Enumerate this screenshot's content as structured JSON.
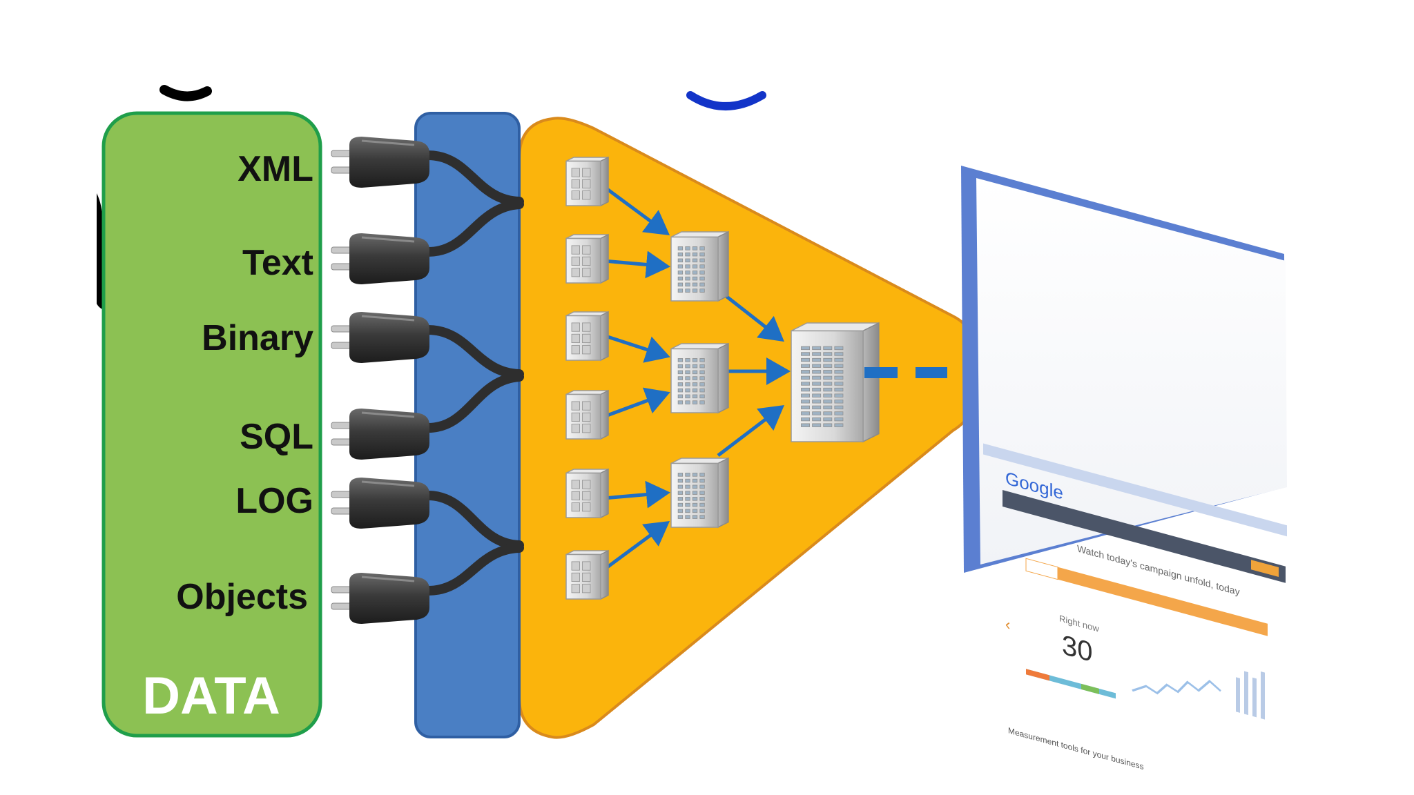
{
  "colors": {
    "data_panel_fill": "#8cc153",
    "data_panel_border": "#1f9e4a",
    "bus_fill": "#4a7fc4",
    "bus_border": "#2f5fa3",
    "funnel_fill": "#fbb40c",
    "funnel_border": "#d98a1c",
    "arrow": "#1f6fc4",
    "dashed_link": "#1f6fc4",
    "screen_frame": "#5b7fd1"
  },
  "data_panel": {
    "title": "DATA",
    "sources": [
      "XML",
      "Text",
      "Binary",
      "SQL",
      "LOG",
      "Objects"
    ]
  },
  "icons": {
    "plug": "power-plug-icon",
    "server": "server-icon",
    "master_server": "server-rack-icon",
    "screen": "browser-window-icon"
  },
  "screen": {
    "brand": "Google",
    "headline": "Watch today's campaign unfold, today",
    "metric_label": "Right now",
    "metric_value": "30",
    "footer": "Measurement tools for your business"
  }
}
